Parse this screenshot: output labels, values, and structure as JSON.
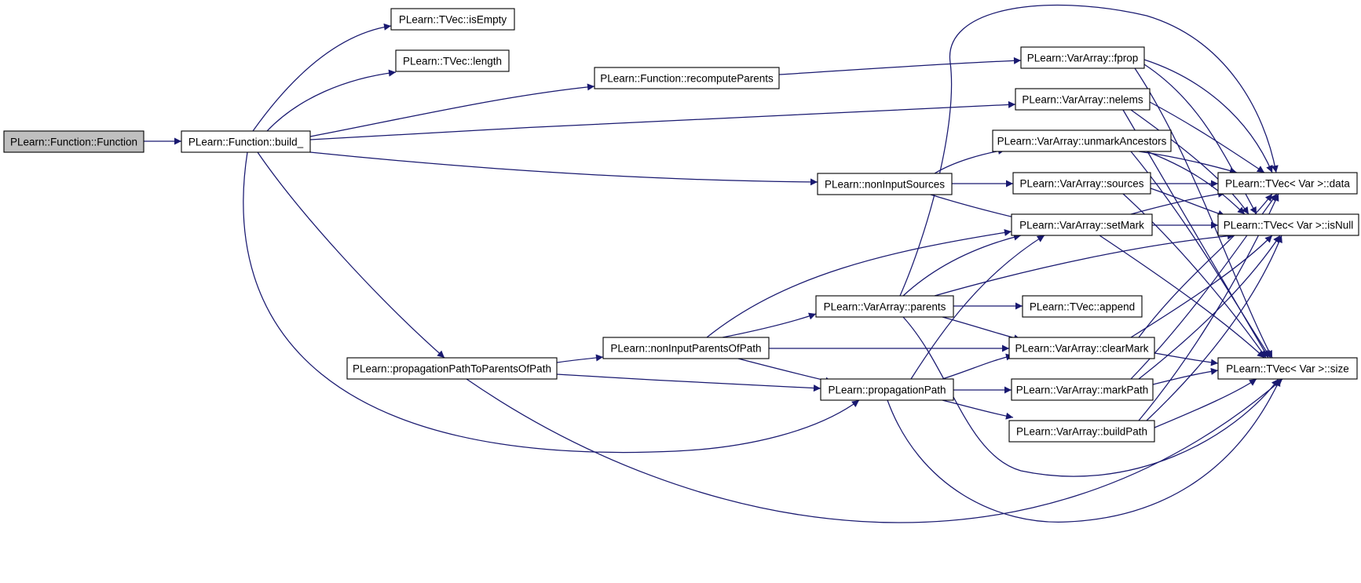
{
  "diagram": {
    "nodes": [
      {
        "id": "fn_function",
        "label": "PLearn::Function::Function",
        "root": true
      },
      {
        "id": "fn_build",
        "label": "PLearn::Function::build_"
      },
      {
        "id": "tvec_isempty",
        "label": "PLearn::TVec::isEmpty"
      },
      {
        "id": "tvec_length",
        "label": "PLearn::TVec::length"
      },
      {
        "id": "fn_recompute",
        "label": "PLearn::Function::recomputeParents"
      },
      {
        "id": "nonInputSources",
        "label": "PLearn::nonInputSources"
      },
      {
        "id": "ppToParents",
        "label": "PLearn::propagationPathToParentsOfPath"
      },
      {
        "id": "nonInputParents",
        "label": "PLearn::nonInputParentsOfPath"
      },
      {
        "id": "propagationPath",
        "label": "PLearn::propagationPath"
      },
      {
        "id": "va_parents",
        "label": "PLearn::VarArray::parents"
      },
      {
        "id": "va_fprop",
        "label": "PLearn::VarArray::fprop"
      },
      {
        "id": "va_nelems",
        "label": "PLearn::VarArray::nelems"
      },
      {
        "id": "va_unmark",
        "label": "PLearn::VarArray::unmarkAncestors"
      },
      {
        "id": "va_sources",
        "label": "PLearn::VarArray::sources"
      },
      {
        "id": "va_setmark",
        "label": "PLearn::VarArray::setMark"
      },
      {
        "id": "tvec_append",
        "label": "PLearn::TVec::append"
      },
      {
        "id": "va_clearmark",
        "label": "PLearn::VarArray::clearMark"
      },
      {
        "id": "va_markpath",
        "label": "PLearn::VarArray::markPath"
      },
      {
        "id": "va_buildpath",
        "label": "PLearn::VarArray::buildPath"
      },
      {
        "id": "tv_data",
        "label": "PLearn::TVec< Var >::data"
      },
      {
        "id": "tv_isnull",
        "label": "PLearn::TVec< Var >::isNull"
      },
      {
        "id": "tv_size",
        "label": "PLearn::TVec< Var >::size"
      }
    ],
    "edges": [
      {
        "from": "fn_function",
        "to": "fn_build"
      },
      {
        "from": "fn_build",
        "to": "tvec_isempty"
      },
      {
        "from": "fn_build",
        "to": "tvec_length"
      },
      {
        "from": "fn_build",
        "to": "fn_recompute"
      },
      {
        "from": "fn_build",
        "to": "va_nelems"
      },
      {
        "from": "fn_build",
        "to": "nonInputSources"
      },
      {
        "from": "fn_build",
        "to": "ppToParents"
      },
      {
        "from": "fn_build",
        "to": "propagationPath"
      },
      {
        "from": "fn_recompute",
        "to": "va_fprop"
      },
      {
        "from": "nonInputSources",
        "to": "va_unmark"
      },
      {
        "from": "nonInputSources",
        "to": "va_sources"
      },
      {
        "from": "nonInputSources",
        "to": "va_setmark"
      },
      {
        "from": "ppToParents",
        "to": "nonInputParents"
      },
      {
        "from": "ppToParents",
        "to": "propagationPath"
      },
      {
        "from": "ppToParents",
        "to": "tv_size"
      },
      {
        "from": "nonInputParents",
        "to": "va_parents"
      },
      {
        "from": "nonInputParents",
        "to": "va_setmark"
      },
      {
        "from": "nonInputParents",
        "to": "va_clearmark"
      },
      {
        "from": "nonInputParents",
        "to": "propagationPath"
      },
      {
        "from": "propagationPath",
        "to": "va_setmark"
      },
      {
        "from": "propagationPath",
        "to": "va_clearmark"
      },
      {
        "from": "propagationPath",
        "to": "va_markpath"
      },
      {
        "from": "propagationPath",
        "to": "va_buildpath"
      },
      {
        "from": "propagationPath",
        "to": "tv_size"
      },
      {
        "from": "va_parents",
        "to": "tv_data"
      },
      {
        "from": "va_parents",
        "to": "va_setmark"
      },
      {
        "from": "va_parents",
        "to": "tv_isnull"
      },
      {
        "from": "va_parents",
        "to": "tvec_append"
      },
      {
        "from": "va_parents",
        "to": "va_clearmark"
      },
      {
        "from": "va_parents",
        "to": "tv_size"
      },
      {
        "from": "va_fprop",
        "to": "tv_data"
      },
      {
        "from": "va_fprop",
        "to": "tv_isnull"
      },
      {
        "from": "va_fprop",
        "to": "tv_size"
      },
      {
        "from": "va_nelems",
        "to": "tv_data"
      },
      {
        "from": "va_nelems",
        "to": "tv_isnull"
      },
      {
        "from": "va_nelems",
        "to": "tv_size"
      },
      {
        "from": "va_unmark",
        "to": "tv_data"
      },
      {
        "from": "va_unmark",
        "to": "tv_isnull"
      },
      {
        "from": "va_unmark",
        "to": "tv_size"
      },
      {
        "from": "va_sources",
        "to": "tv_data"
      },
      {
        "from": "va_sources",
        "to": "tv_isnull"
      },
      {
        "from": "va_sources",
        "to": "tv_size"
      },
      {
        "from": "va_setmark",
        "to": "tv_data"
      },
      {
        "from": "va_setmark",
        "to": "tv_isnull"
      },
      {
        "from": "va_setmark",
        "to": "tv_size"
      },
      {
        "from": "va_clearmark",
        "to": "tv_data"
      },
      {
        "from": "va_clearmark",
        "to": "tv_isnull"
      },
      {
        "from": "va_clearmark",
        "to": "tv_size"
      },
      {
        "from": "va_markpath",
        "to": "tv_data"
      },
      {
        "from": "va_markpath",
        "to": "tv_isnull"
      },
      {
        "from": "va_markpath",
        "to": "tv_size"
      },
      {
        "from": "va_buildpath",
        "to": "tv_data"
      },
      {
        "from": "va_buildpath",
        "to": "tv_isnull"
      },
      {
        "from": "va_buildpath",
        "to": "tv_size"
      }
    ],
    "colors": {
      "edge": "#191970",
      "node_border": "#000000",
      "node_fill": "#ffffff",
      "root_fill": "#bfbfbf"
    }
  }
}
